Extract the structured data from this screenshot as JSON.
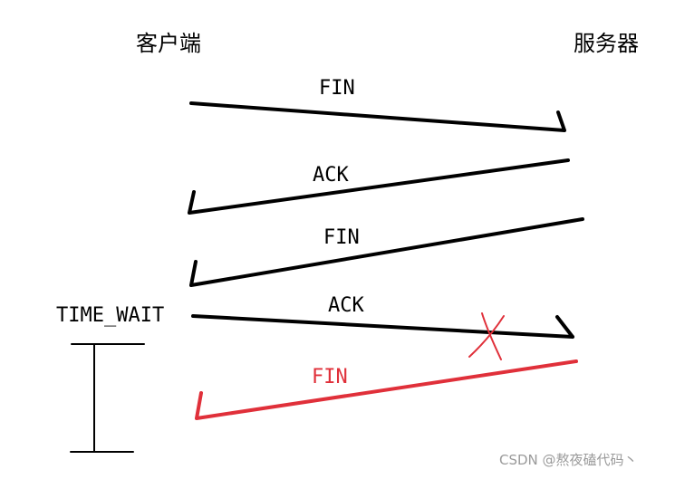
{
  "diagram": {
    "client_label": "客户端",
    "server_label": "服务器",
    "time_wait_label": "TIME_WAIT",
    "messages": [
      {
        "label": "FIN",
        "direction": "client-to-server",
        "color": "#000000"
      },
      {
        "label": "ACK",
        "direction": "server-to-client",
        "color": "#000000"
      },
      {
        "label": "FIN",
        "direction": "server-to-client",
        "color": "#000000"
      },
      {
        "label": "ACK",
        "direction": "client-to-server",
        "color": "#000000",
        "lost": true,
        "lost_mark_color": "#e0303a"
      },
      {
        "label": "FIN",
        "direction": "server-to-client",
        "color": "#e0303a"
      }
    ],
    "watermark": "CSDN @熬夜磕代码丶"
  }
}
